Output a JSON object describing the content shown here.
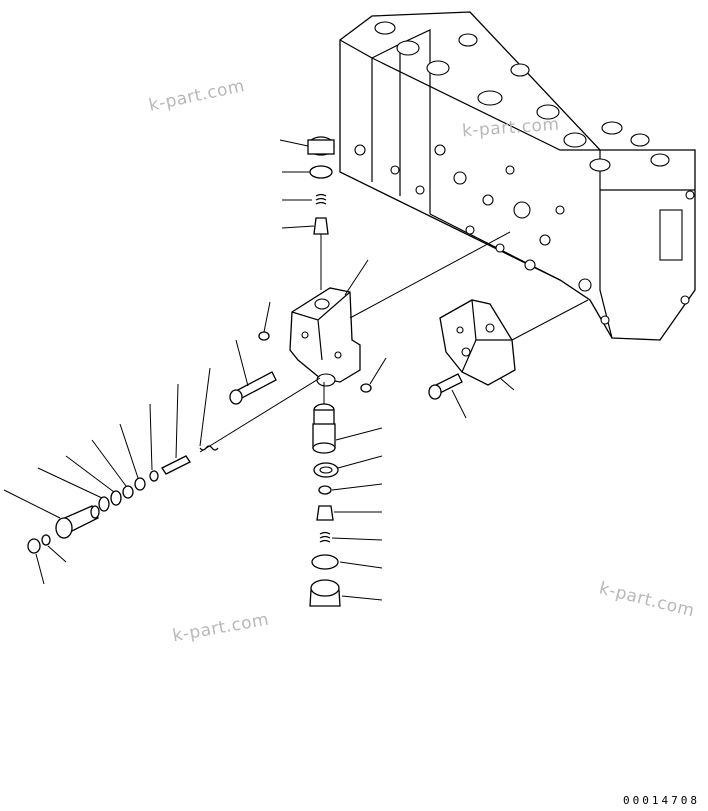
{
  "watermark": {
    "text_top": "k-part.com",
    "text_mid": "k-part.com",
    "text_bottom_left": "k-part.com",
    "text_bottom_right": "k-part.com"
  },
  "drawing_code": "00014708",
  "colors": {
    "line": "#000000",
    "watermark": "#b8b8b8",
    "background": "#ffffff"
  }
}
